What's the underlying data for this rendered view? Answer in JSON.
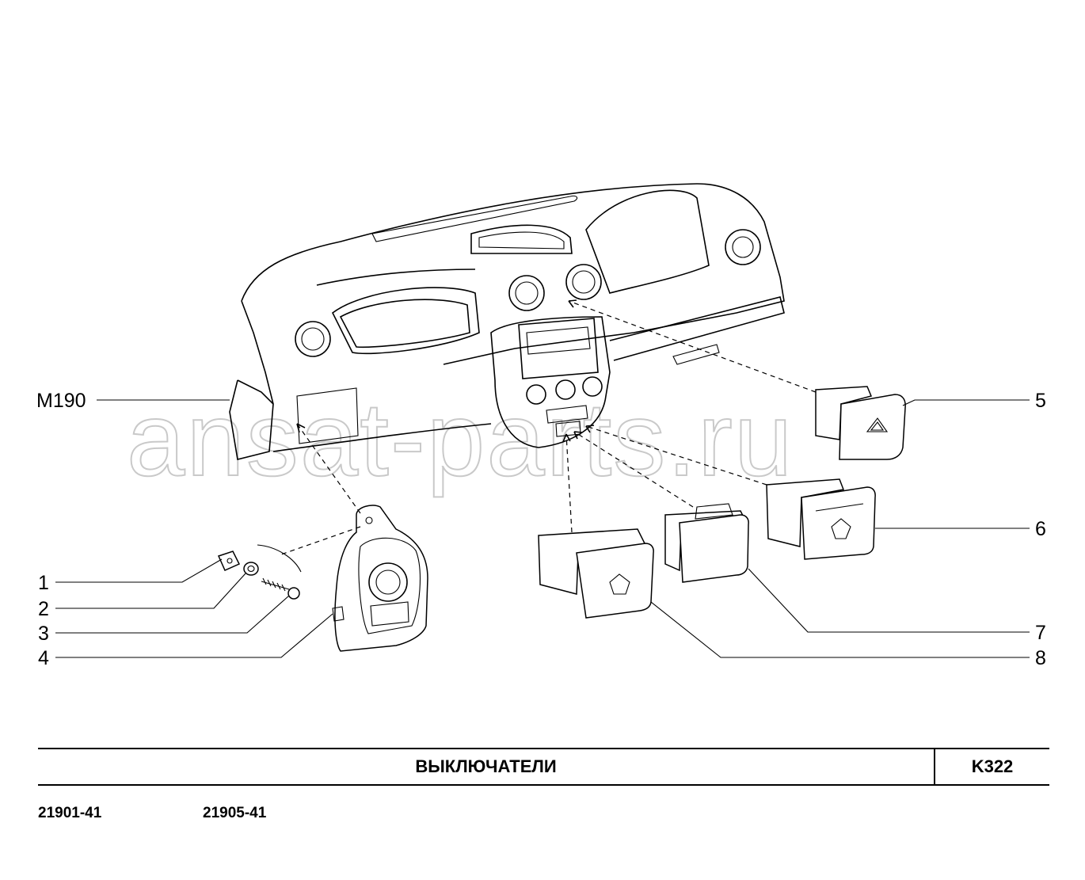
{
  "watermark": "ansat-parts.ru",
  "callouts": {
    "m190": "M190",
    "p1": "1",
    "p2": "2",
    "p3": "3",
    "p4": "4",
    "p5": "5",
    "p6": "6",
    "p7": "7",
    "p8": "8"
  },
  "title_block": {
    "title": "ВЫКЛЮЧАТЕЛИ",
    "code": "K322"
  },
  "models": [
    "21901-41",
    "21905-41"
  ]
}
